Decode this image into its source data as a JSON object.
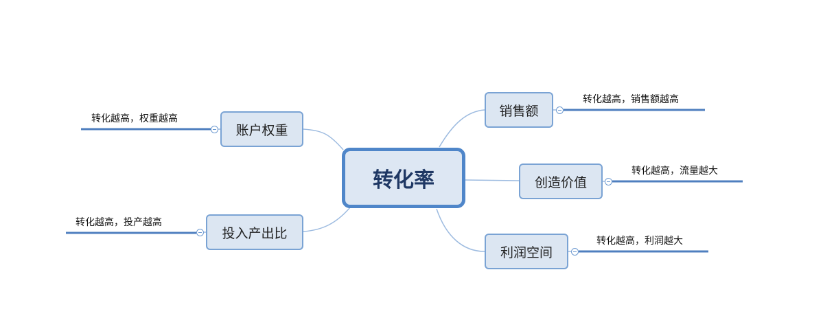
{
  "central": {
    "label": "转化率"
  },
  "topics": {
    "account_weight": {
      "label": "账户权重",
      "note": "转化越高，权重越高"
    },
    "input_output": {
      "label": "投入产出比",
      "note": "转化越高，投产越高"
    },
    "sales": {
      "label": "销售额",
      "note": "转化越高，销售额越高"
    },
    "value_creation": {
      "label": "创造价值",
      "note": "转化越高，流量越大"
    },
    "profit_space": {
      "label": "利润空间",
      "note": "转化越高，利润越大"
    }
  },
  "colors": {
    "node_fill": "#dce6f2",
    "node_border": "#7aa3d4",
    "central_border": "#4f86c9",
    "connector": "#9dbbe0",
    "underline": "#4f7fbf"
  }
}
